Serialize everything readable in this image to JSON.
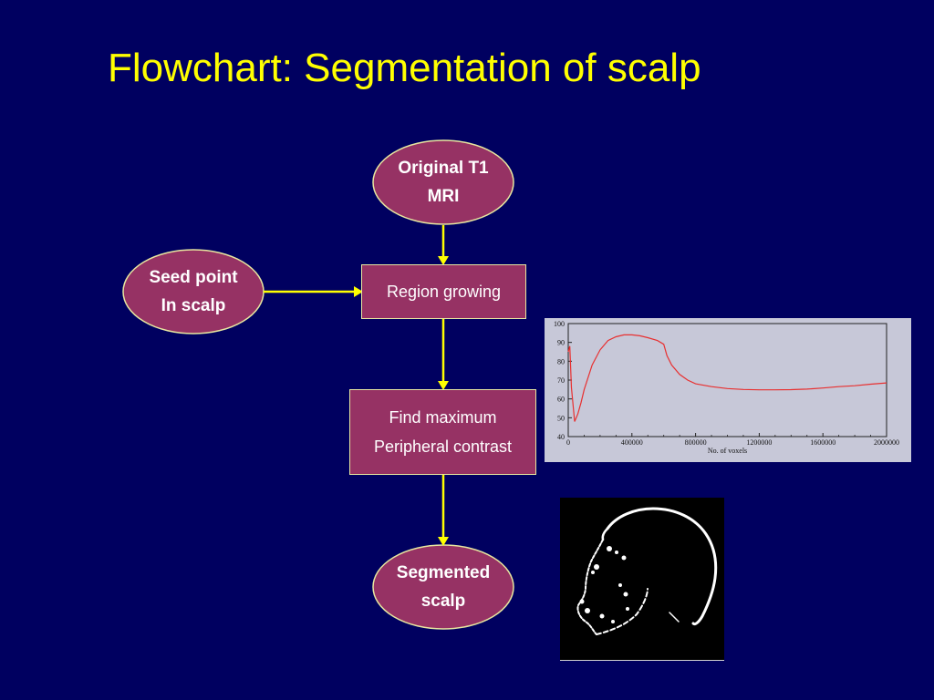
{
  "title": "Flowchart: Segmentation of scalp",
  "colors": {
    "background": "#000060",
    "title": "#ffff00",
    "node_fill": "#963264",
    "node_border": "#e7e7a0",
    "arrow": "#ffff00",
    "plot_background": "#c7c8d8",
    "plot_line": "#e83030"
  },
  "nodes": {
    "original": {
      "lines": [
        "Original T1",
        "MRI"
      ]
    },
    "seed": {
      "lines": [
        "Seed point",
        "In scalp"
      ]
    },
    "region": {
      "label": "Region growing"
    },
    "findmax": {
      "lines": [
        "Find maximum",
        "Peripheral contrast"
      ]
    },
    "segmented": {
      "lines": [
        "Segmented",
        "scalp"
      ]
    }
  },
  "chart_data": {
    "type": "line",
    "title": "",
    "xlabel": "No. of voxels",
    "ylabel": "",
    "xlim": [
      0,
      2000000
    ],
    "ylim": [
      40,
      100
    ],
    "x_ticks": [
      "0",
      "400000",
      "800000",
      "1200000",
      "1600000",
      "2000000"
    ],
    "y_ticks": [
      "40",
      "50",
      "60",
      "70",
      "80",
      "90",
      "100"
    ],
    "series": [
      {
        "color": "#e83030",
        "x": [
          0,
          10000,
          20000,
          40000,
          60000,
          80000,
          100000,
          150000,
          200000,
          250000,
          300000,
          350000,
          400000,
          450000,
          500000,
          560000,
          600000,
          620000,
          650000,
          700000,
          750000,
          800000,
          900000,
          1000000,
          1100000,
          1200000,
          1300000,
          1400000,
          1500000,
          1600000,
          1700000,
          1800000,
          1900000,
          2000000
        ],
        "y": [
          85,
          88,
          66,
          48,
          52,
          58,
          65,
          78,
          86,
          91,
          93,
          94,
          94,
          93.5,
          92.5,
          91,
          89,
          83,
          78,
          73,
          70,
          68,
          66.5,
          65.5,
          65,
          64.8,
          64.8,
          64.9,
          65.2,
          65.8,
          66.5,
          67,
          67.8,
          68.5
        ]
      }
    ]
  }
}
